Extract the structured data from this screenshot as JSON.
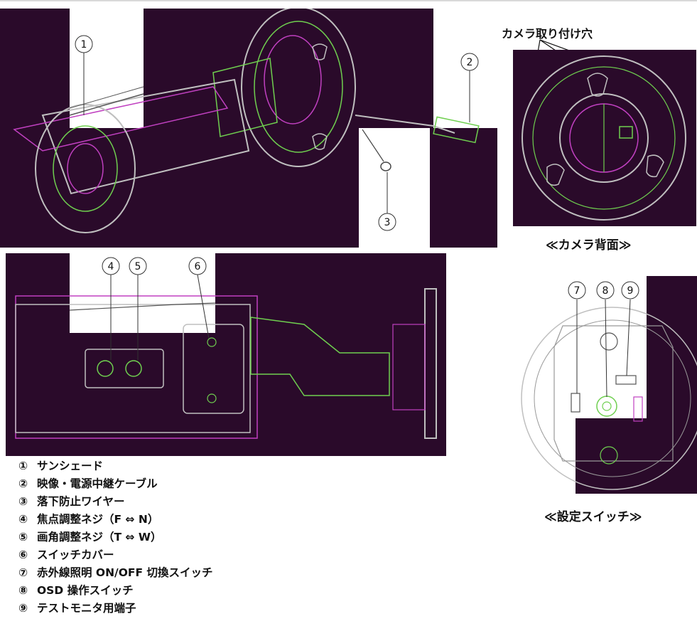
{
  "labels": {
    "mount_holes": "カメラ取り付け穴",
    "back_caption": "≪カメラ背面≫",
    "switch_caption": "≪設定スイッチ≫"
  },
  "callouts": [
    "1",
    "2",
    "3",
    "4",
    "5",
    "6",
    "7",
    "8",
    "9"
  ],
  "legend": [
    {
      "num": "①",
      "text": "サンシェード"
    },
    {
      "num": "②",
      "text": "映像・電源中継ケーブル"
    },
    {
      "num": "③",
      "text": "落下防止ワイヤー"
    },
    {
      "num": "④",
      "text": "焦点調整ネジ（F ⇔ N）"
    },
    {
      "num": "⑤",
      "text": "画角調整ネジ（T ⇔ W）"
    },
    {
      "num": "⑥",
      "text": "スイッチカバー"
    },
    {
      "num": "⑦",
      "text": "赤外線照明 ON/OFF 切換スイッチ"
    },
    {
      "num": "⑧",
      "text": "OSD 操作スイッチ"
    },
    {
      "num": "⑨",
      "text": "テストモニタ用端子"
    }
  ],
  "colors": {
    "drawing_bg": "#2a0a2a",
    "line_green": "#6fcf4f",
    "line_magenta": "#c040c0",
    "line_gray": "#bfbfbf"
  }
}
